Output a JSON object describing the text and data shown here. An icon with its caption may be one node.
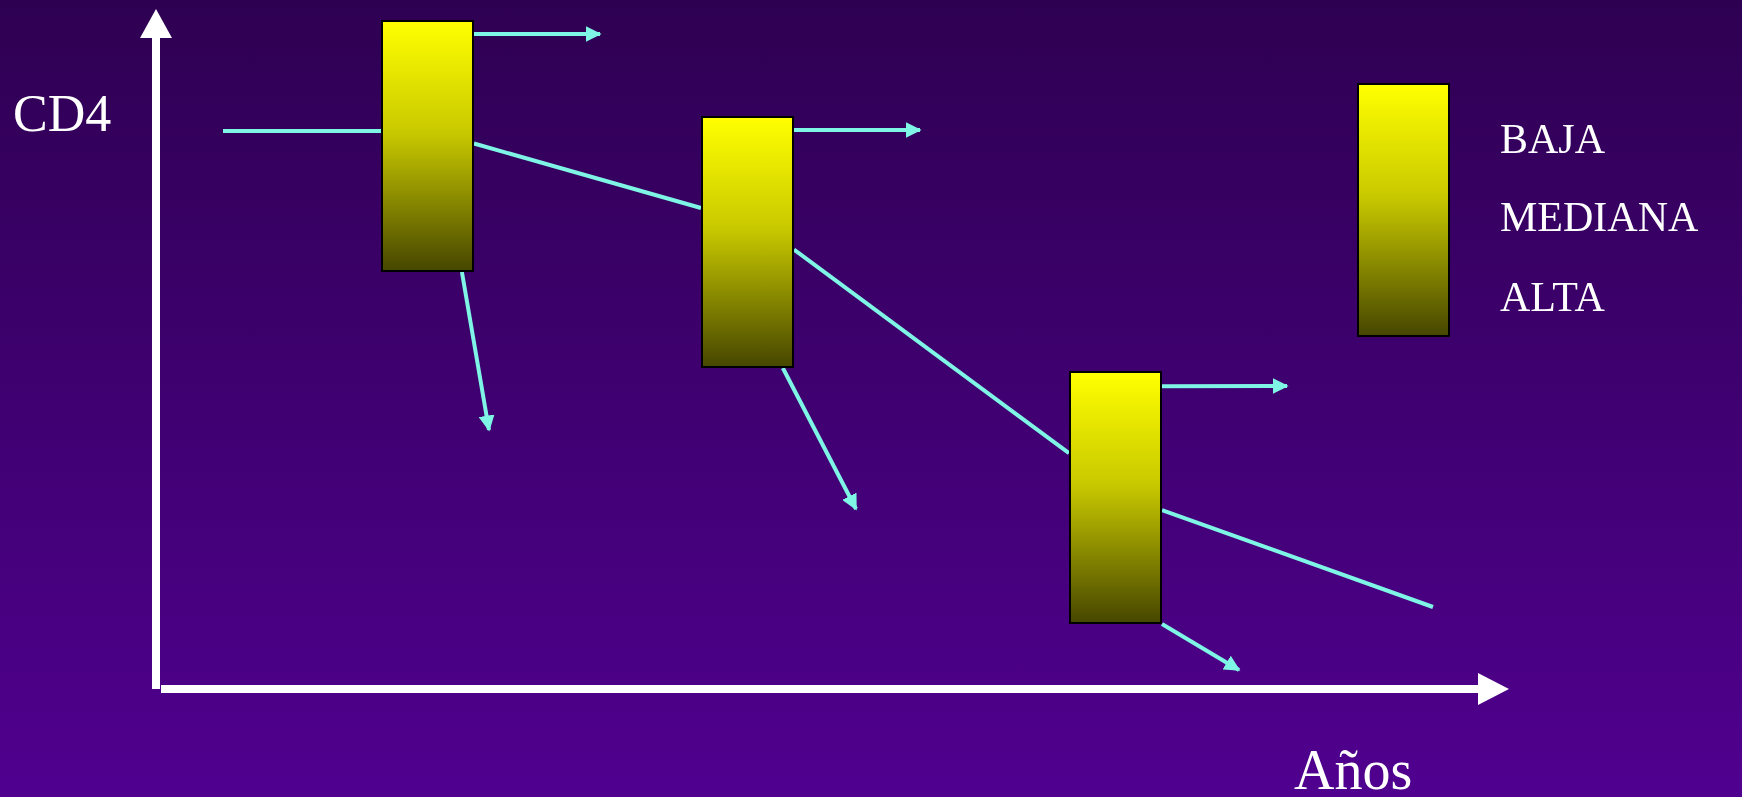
{
  "diagram": {
    "nodes": [
      {
        "text": [],
        "shape": "bar"
      },
      {
        "text": [],
        "shape": "bar"
      },
      {
        "text": [],
        "shape": "bar"
      },
      {
        "text": [],
        "shape": "bar"
      }
    ],
    "edges": [
      {
        "from": null,
        "to": 0,
        "arrow": "none"
      },
      {
        "from": 0,
        "to": 1,
        "arrow": "none"
      },
      {
        "from": 1,
        "to": 2,
        "arrow": "none"
      },
      {
        "from": 2,
        "to": null,
        "arrow": "none"
      },
      {
        "from": 0,
        "to": null,
        "arrow": "to"
      },
      {
        "from": 0,
        "to": null,
        "arrow": "to"
      },
      {
        "from": 1,
        "to": null,
        "arrow": "to"
      },
      {
        "from": 1,
        "to": null,
        "arrow": "to"
      },
      {
        "from": 2,
        "to": null,
        "arrow": "to"
      },
      {
        "from": 2,
        "to": null,
        "arrow": "to"
      }
    ],
    "labels": [
      "CD4",
      "Años"
    ],
    "legend": [
      {
        "text": "BAJA"
      },
      {
        "text": "MEDIANA"
      },
      {
        "text": "ALTA"
      }
    ]
  }
}
